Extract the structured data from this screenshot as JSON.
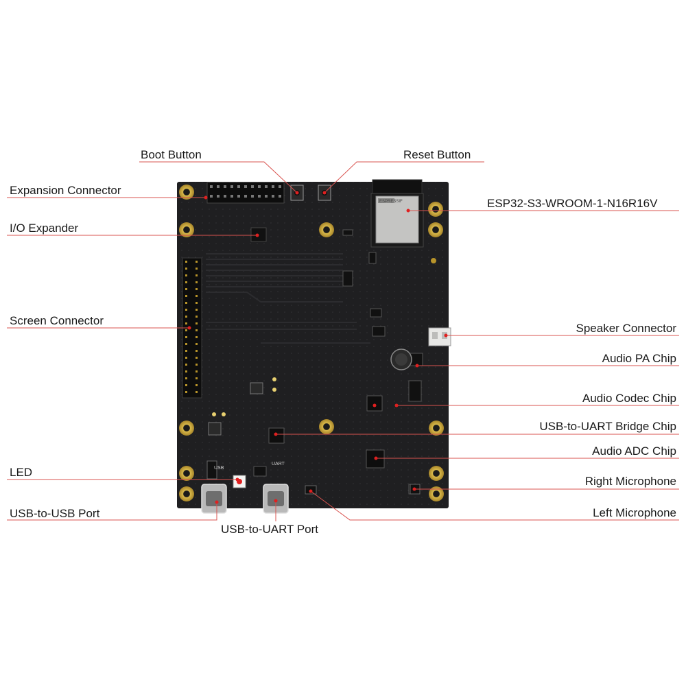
{
  "labels": {
    "boot_button": "Boot Button",
    "reset_button": "Reset Button",
    "expansion_connector": "Expansion Connector",
    "esp32_module": "ESP32-S3-WROOM-1-N16R16V",
    "io_expander": "I/O Expander",
    "screen_connector": "Screen Connector",
    "speaker_connector": "Speaker Connector",
    "audio_pa_chip": "Audio PA Chip",
    "audio_codec_chip": "Audio Codec Chip",
    "usb_uart_bridge_chip": "USB-to-UART Bridge Chip",
    "audio_adc_chip": "Audio ADC Chip",
    "led": "LED",
    "right_microphone": "Right Microphone",
    "usb_to_usb_port": "USB-to-USB Port",
    "left_microphone": "Left Microphone",
    "usb_to_uart_port": "USB-to-UART Port"
  },
  "board_text": {
    "module_brand": "ESPRESSIF",
    "usb_silk": "USB",
    "uart_silk": "UART"
  },
  "colors": {
    "leader_line": "#d9534f",
    "marker": "#e02020",
    "pcb": "#1f1f21",
    "gold": "#c9a227"
  }
}
